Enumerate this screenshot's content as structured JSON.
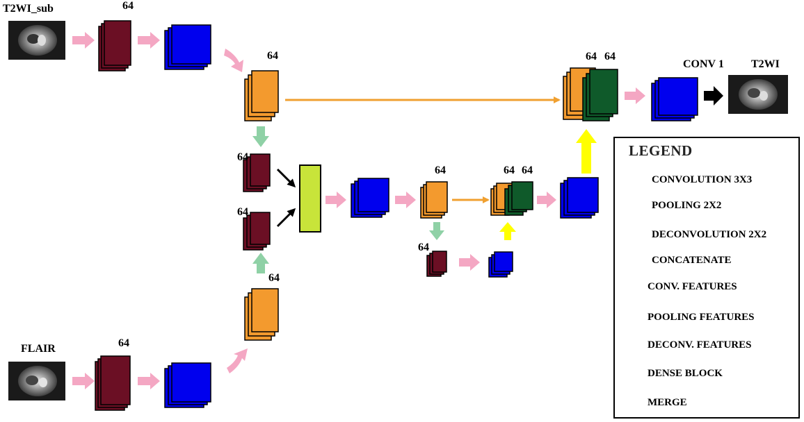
{
  "inputs": {
    "top_label": "T2WI_sub",
    "bottom_label": "FLAIR"
  },
  "output": {
    "conv_label": "CONV 1",
    "result_label": "T2WI"
  },
  "channel_labels": {
    "top_conv": "64",
    "top_pool": "64",
    "mid_conv_upper": "64",
    "mid_conv_lower": "64",
    "bottom_pool": "64",
    "bottom_conv": "64",
    "center_pool": "64",
    "lower_conv": "64",
    "center_concat_a": "64",
    "center_concat_b": "64",
    "right_concat_a": "64",
    "right_concat_b": "64"
  },
  "legend": {
    "title": "LEGEND",
    "convolution": "CONVOLUTION 3X3",
    "pooling": "POOLING 2X2",
    "deconvolution": "DECONVOLUTION 2X2",
    "concatenate": "CONCATENATE",
    "conv_features": "CONV. FEATURES",
    "pooling_features": "POOLING FEATURES",
    "deconv_features": "DECONV. FEATURES",
    "dense_block": "DENSE BLOCK",
    "merge": "MERGE"
  },
  "colors": {
    "convolution_arrow": "#f4a7c3",
    "pooling_arrow": "#8fd1a6",
    "deconvolution_arrow": "#ffff00",
    "concatenate_arrow": "#f0a030",
    "conv_features": "#6b0f24",
    "pooling_features": "#f39a2e",
    "deconv_features": "#0f5a2a",
    "dense_block": "#0000ee",
    "merge": "#c8e43a"
  }
}
